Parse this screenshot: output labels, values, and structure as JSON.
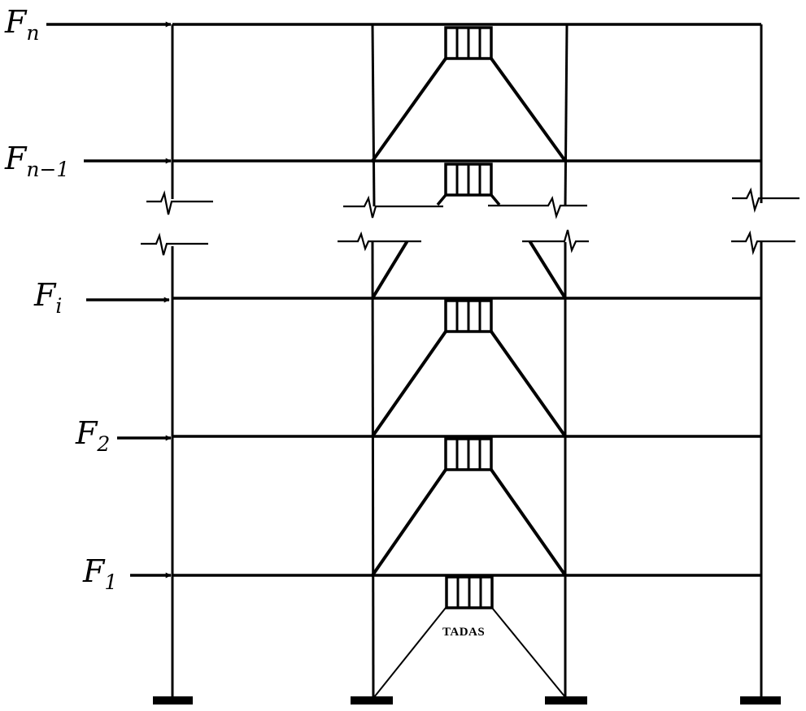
{
  "forces": [
    {
      "id": "fn",
      "symbol": "F",
      "subscript": "n"
    },
    {
      "id": "fn-1",
      "symbol": "F",
      "subscript": "n−1"
    },
    {
      "id": "fi",
      "symbol": "F",
      "subscript": "i"
    },
    {
      "id": "f2",
      "symbol": "F",
      "subscript": "2"
    },
    {
      "id": "f1",
      "symbol": "F",
      "subscript": "1"
    }
  ],
  "damper_label": "TADAS",
  "colors": {
    "line": "#000000",
    "background": "#ffffff"
  }
}
